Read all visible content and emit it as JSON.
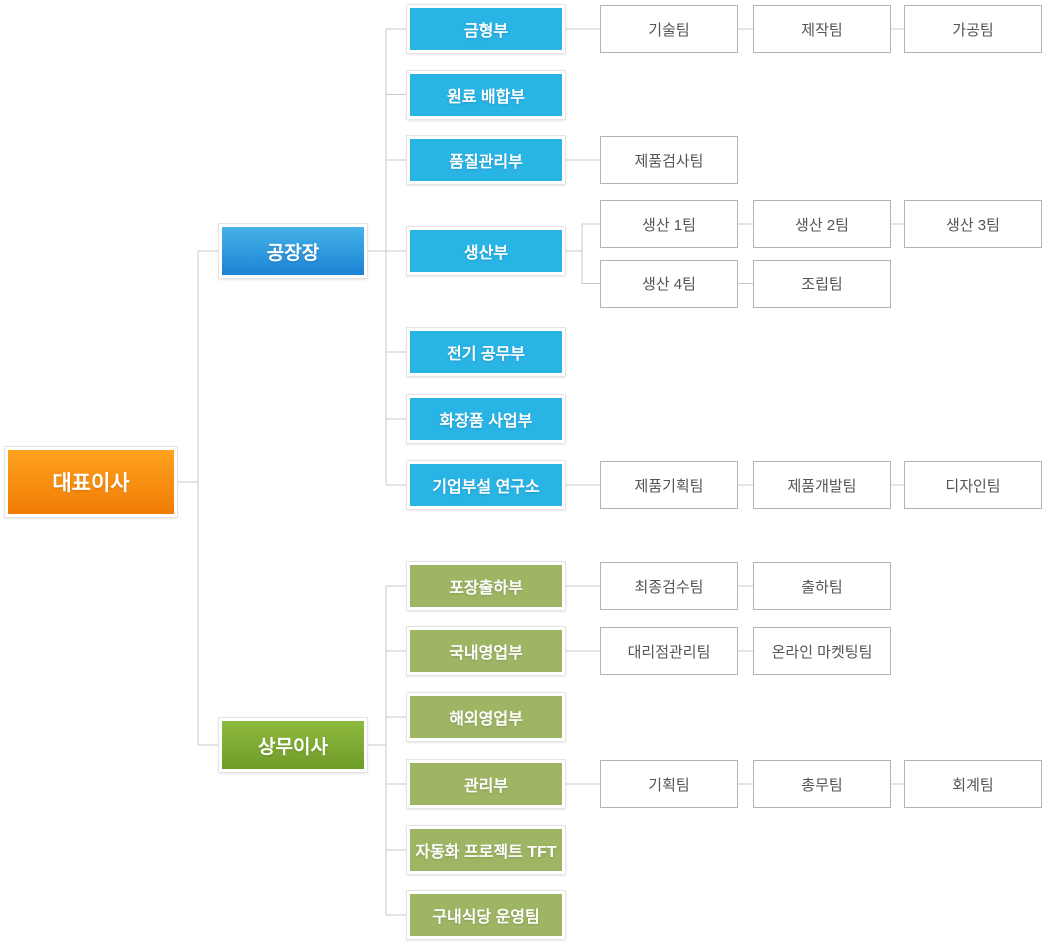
{
  "org": {
    "root": {
      "id": "ceo",
      "label": "대표이사"
    },
    "branches": [
      {
        "id": "factory-manager",
        "label": "공장장",
        "color_scheme": "blue",
        "departments": [
          {
            "label": "금형부",
            "teams_rows": [
              [
                "기술팀",
                "제작팀",
                "가공팀"
              ]
            ]
          },
          {
            "label": "원료 배합부",
            "teams_rows": []
          },
          {
            "label": "품질관리부",
            "teams_rows": [
              [
                "제품검사팀"
              ]
            ]
          },
          {
            "label": "생산부",
            "teams_rows": [
              [
                "생산 1팀",
                "생산 2팀",
                "생산 3팀"
              ],
              [
                "생산 4팀",
                "조립팀"
              ]
            ]
          },
          {
            "label": "전기 공무부",
            "teams_rows": []
          },
          {
            "label": "화장품 사업부",
            "teams_rows": []
          },
          {
            "label": "기업부설 연구소",
            "teams_rows": [
              [
                "제품기획팀",
                "제품개발팀",
                "디자인팀"
              ]
            ]
          }
        ]
      },
      {
        "id": "managing-director",
        "label": "상무이사",
        "color_scheme": "green",
        "departments": [
          {
            "label": "포장출하부",
            "teams_rows": [
              [
                "최종검수팀",
                "출하팀"
              ]
            ]
          },
          {
            "label": "국내영업부",
            "teams_rows": [
              [
                "대리점관리팀",
                "온라인 마켓팅팀"
              ]
            ]
          },
          {
            "label": "해외영업부",
            "teams_rows": []
          },
          {
            "label": "관리부",
            "teams_rows": [
              [
                "기획팀",
                "총무팀",
                "회계팀"
              ]
            ]
          },
          {
            "label": "자동화 프로젝트 TFT",
            "teams_rows": []
          },
          {
            "label": "구내식당 운영팀",
            "teams_rows": []
          }
        ]
      }
    ],
    "colors": {
      "root_top": "#ffa21f",
      "root_bottom": "#f07c05",
      "factory_top": "#45b3e8",
      "factory_bottom": "#1c83d6",
      "factory_dept": "#29b4e6",
      "executive_top": "#8fba41",
      "executive_bottom": "#6d9c27",
      "executive_dept": "#9eb564",
      "connector": "#c9c9c9",
      "team_border": "#b4b4b4",
      "team_text": "#555555"
    }
  }
}
